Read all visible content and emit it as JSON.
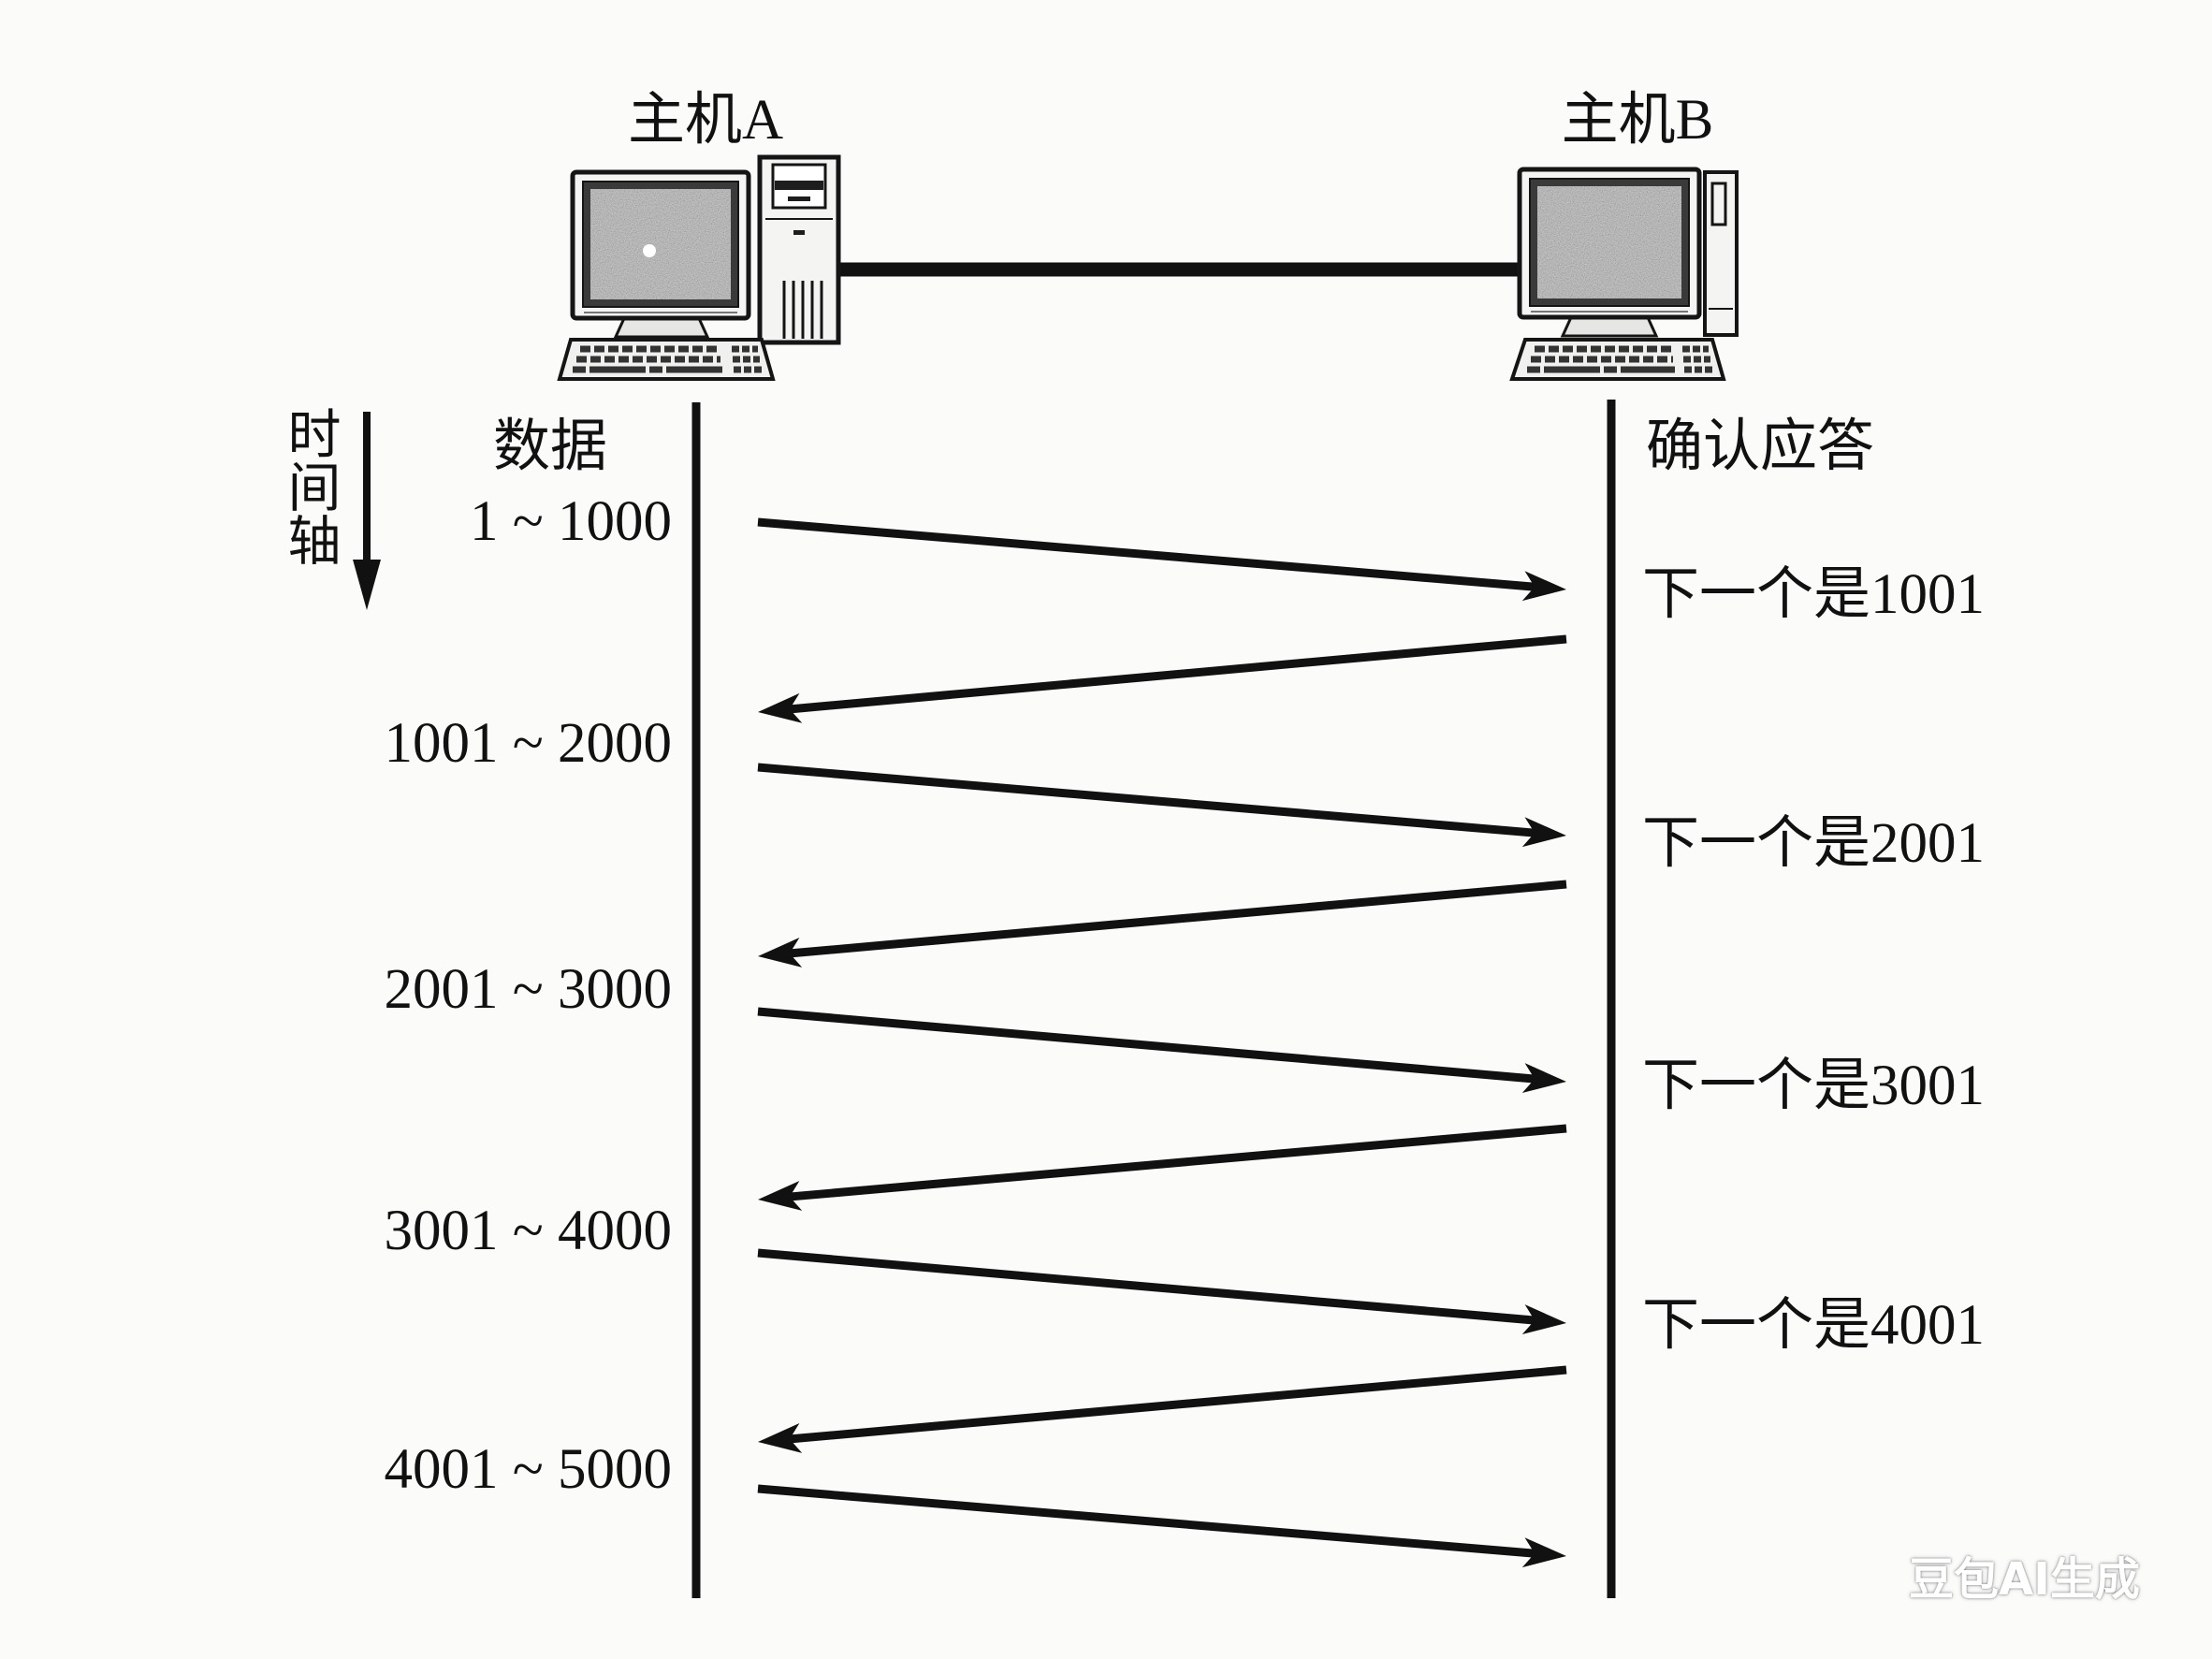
{
  "hosts": {
    "a": {
      "name": "主机A"
    },
    "b": {
      "name": "主机B"
    }
  },
  "time_axis": {
    "label": "时间轴"
  },
  "columns": {
    "data": "数据",
    "ack": "确认应答"
  },
  "segments": [
    "1 ~ 1000",
    "1001 ~ 2000",
    "2001 ~ 3000",
    "3001 ~ 4000",
    "4001 ~ 5000"
  ],
  "acks": [
    "下一个是1001",
    "下一个是2001",
    "下一个是3001",
    "下一个是4001"
  ],
  "watermark": "豆包AI生成"
}
